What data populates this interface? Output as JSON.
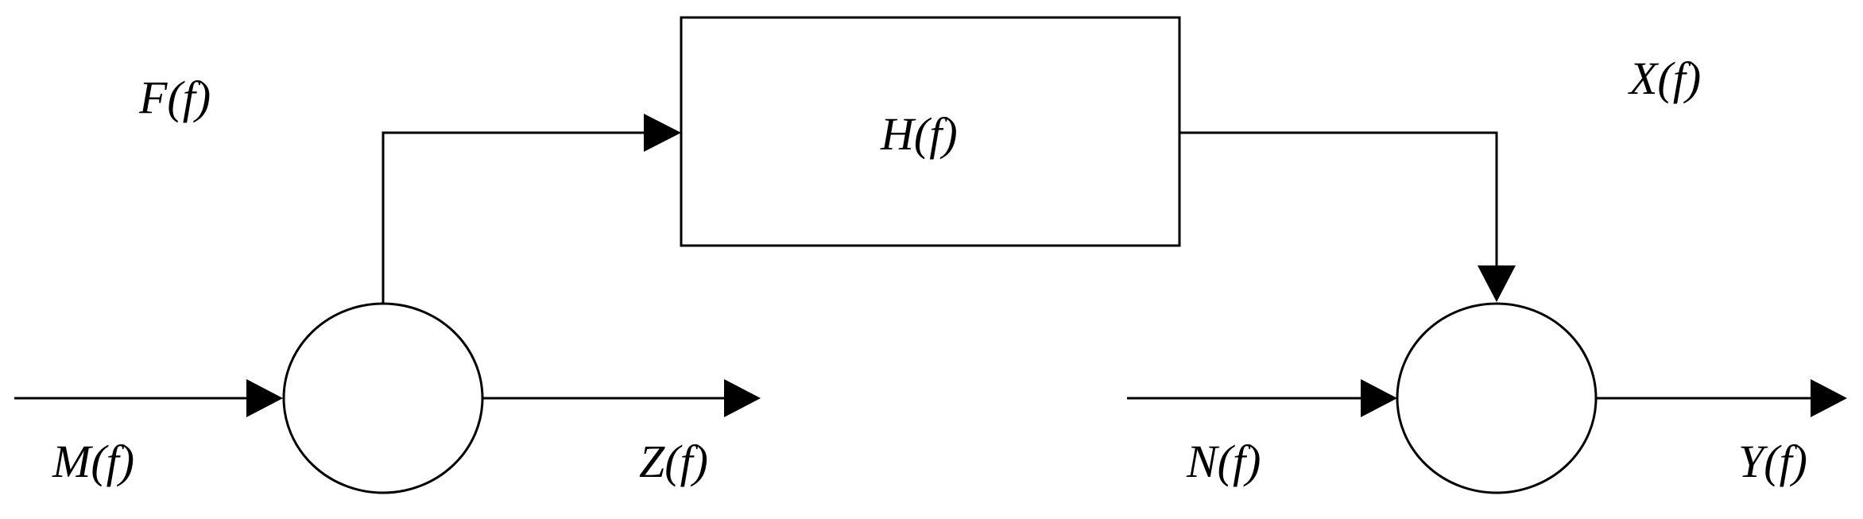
{
  "diagram": {
    "labels": {
      "input_source": "M(f)",
      "filter_in": "F(f)",
      "transfer": "H(f)",
      "filter_out": "X(f)",
      "output_left": "Z(f)",
      "noise": "N(f)",
      "output_right": "Y(f)"
    },
    "colors": {
      "stroke": "#000000",
      "background": "#ffffff"
    }
  }
}
